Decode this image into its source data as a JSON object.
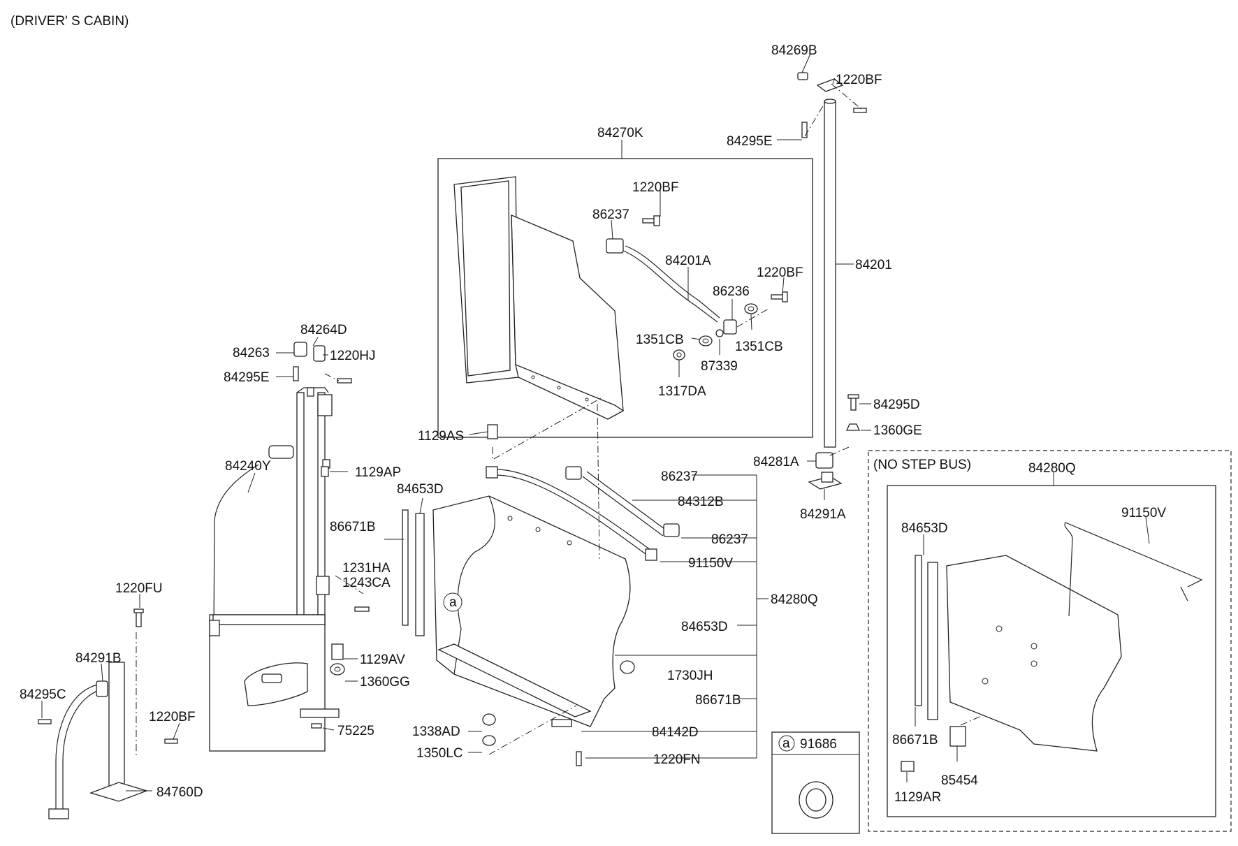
{
  "header": {
    "section_title": "(DRIVER' S CABIN)"
  },
  "groups": {
    "no_step_bus": "(NO STEP BUS)",
    "callout_letter": "a",
    "callout_part": "91686"
  },
  "labels": {
    "p84269B": "84269B",
    "p1220BF_top": "1220BF",
    "p84295E_top": "84295E",
    "p84270K": "84270K",
    "p1220BF_mid": "1220BF",
    "p86237_top": "86237",
    "p84201A": "84201A",
    "p1220BF_r": "1220BF",
    "p86236": "86236",
    "p84201": "84201",
    "p1351CB_l": "1351CB",
    "p1351CB_r": "1351CB",
    "p87339": "87339",
    "p1317DA": "1317DA",
    "p84295D": "84295D",
    "p1360GE": "1360GE",
    "p84281A": "84281A",
    "p84291A": "84291A",
    "p84280Q_r": "84280Q",
    "p91150V_r": "91150V",
    "p84653D_r": "84653D",
    "p86671B_r": "86671B",
    "p85454": "85454",
    "p1129AR": "1129AR",
    "p84264D": "84264D",
    "p84263": "84263",
    "p1220HJ": "1220HJ",
    "p84295E_l": "84295E",
    "p84240Y": "84240Y",
    "p1129AP": "1129AP",
    "p1129AS": "1129AS",
    "p84653D_c": "84653D",
    "p86671B_c": "86671B",
    "p1231HA": "1231HA",
    "p1243CA": "1243CA",
    "p86237_a": "86237",
    "p84312B": "84312B",
    "p86237_b": "86237",
    "p91150V_c": "91150V",
    "p84280Q_c": "84280Q",
    "p84653D_c2": "84653D",
    "p1730JH": "1730JH",
    "p86671B_c2": "86671B",
    "p84142D": "84142D",
    "p1220FN": "1220FN",
    "p1338AD": "1338AD",
    "p1350LC": "1350LC",
    "p1129AV": "1129AV",
    "p1360GG": "1360GG",
    "p75225": "75225",
    "p1220FU": "1220FU",
    "p84291B": "84291B",
    "p84295C": "84295C",
    "p1220BF_l": "1220BF",
    "p84760D": "84760D"
  }
}
